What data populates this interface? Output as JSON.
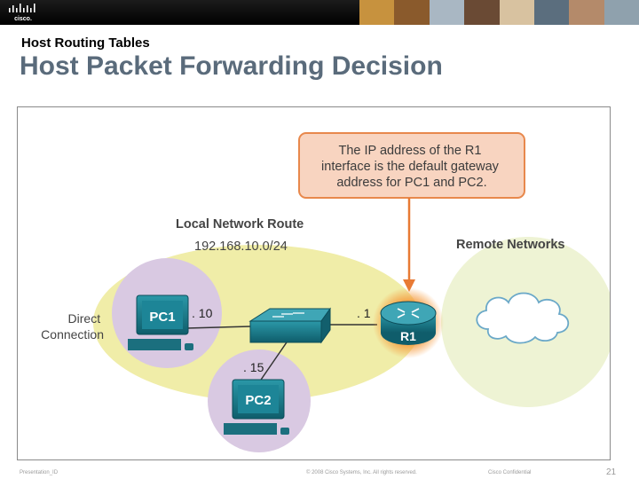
{
  "header": {
    "brand_logo": "cisco-logo",
    "subtitle": "Host Routing Tables",
    "title": "Host Packet Forwarding Decision"
  },
  "diagram": {
    "callout_lines": [
      "The IP address of the R1",
      "interface is the default gateway",
      "address for PC1 and PC2."
    ],
    "local_route_label": "Local Network Route",
    "local_route_network": "192.168.10.0/24",
    "remote_networks_label": "Remote Networks",
    "direct_connection_line1": "Direct",
    "direct_connection_line2": "Connection",
    "pc1_label": "PC1",
    "pc1_host": ". 10",
    "pc2_label": "PC2",
    "pc2_host": ". 15",
    "router_label": "R1",
    "router_host": ". 1",
    "colors": {
      "local_network": "#f0eda8",
      "host_circle": "#d9c9e2",
      "cloud_area": "#eef3d4",
      "callout_fill": "#f8d4c0",
      "callout_border": "#e8884c",
      "arrow": "#e87a34",
      "device_teal": "#1a7b8c"
    }
  },
  "footer": {
    "left": "Presentation_ID",
    "center": "© 2008 Cisco Systems, Inc. All rights reserved.",
    "right": "Cisco Confidential",
    "page": "21"
  }
}
